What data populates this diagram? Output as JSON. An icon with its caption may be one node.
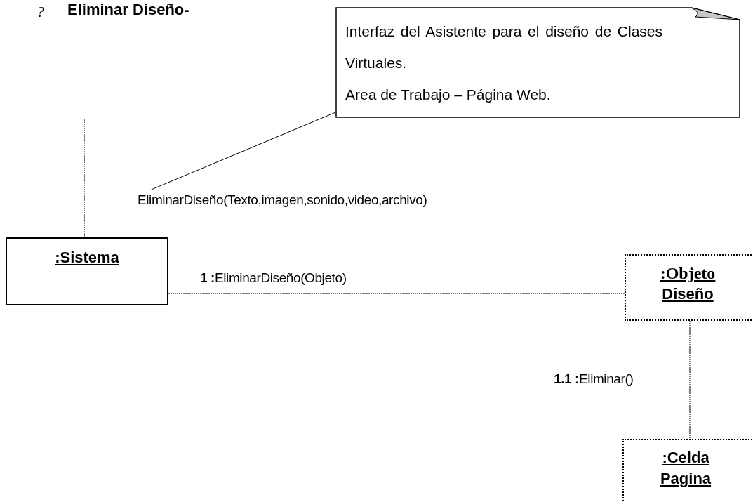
{
  "diagram": {
    "title": "Eliminar Diseño-",
    "nodes": [
      {
        "text": [
          "Interfaz del Asistente para el diseño de Clases Virtuales.",
          "Area de Trabajo – Página Web."
        ]
      },
      {
        "text": [
          "EliminarDiseño(Texto,imagen,sonido,video,archivo)"
        ]
      },
      {
        "text": [
          ":Sistema"
        ]
      },
      {
        "text": [
          ":Objeto",
          "Diseño"
        ]
      },
      {
        "text": [
          ":Celda Pagina"
        ]
      }
    ],
    "edges": [
      {
        "from": 0,
        "to": 1,
        "arrow": "none"
      },
      {
        "from": null,
        "to": 2,
        "arrow": "none",
        "style": "dashed"
      },
      {
        "from": 2,
        "to": 3,
        "arrow": "none",
        "label": "**1 :**EliminarDiseño(Objeto)",
        "style": "dashed"
      },
      {
        "from": 3,
        "to": 4,
        "arrow": "none",
        "label": "**1.1 :**Eliminar()",
        "style": "dashed"
      }
    ],
    "labels": [
      "?"
    ]
  }
}
